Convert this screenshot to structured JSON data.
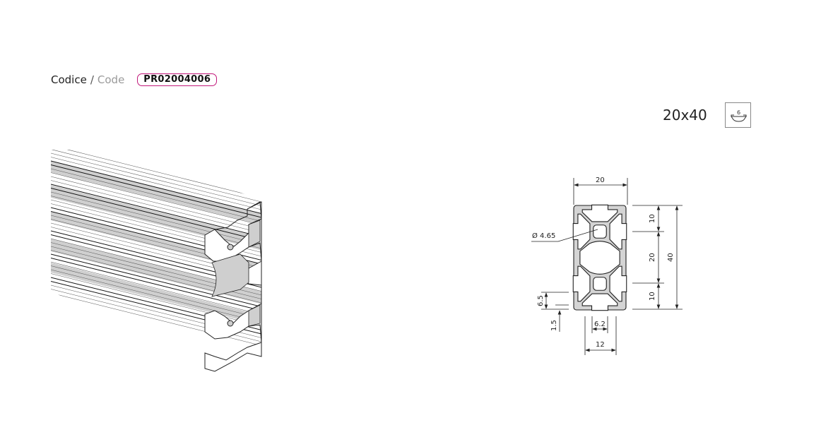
{
  "header": {
    "code_label_it": "Codice",
    "code_separator": "/",
    "code_label_en": "Code",
    "code_value": "PR02004006",
    "badge_color": "#c2187a"
  },
  "profile": {
    "size": "20x40",
    "slot_icon": "t-slot-6-icon",
    "slot_number": "6"
  },
  "drawing": {
    "width": "20",
    "hole_diameter": "Ø 4.65",
    "height_total": "40",
    "segment_top": "10",
    "segment_middle": "20",
    "segment_bottom": "10",
    "slot_depth": "6.5",
    "lip_thickness": "1.5",
    "slot_opening": "6.2",
    "slot_width": "12"
  }
}
